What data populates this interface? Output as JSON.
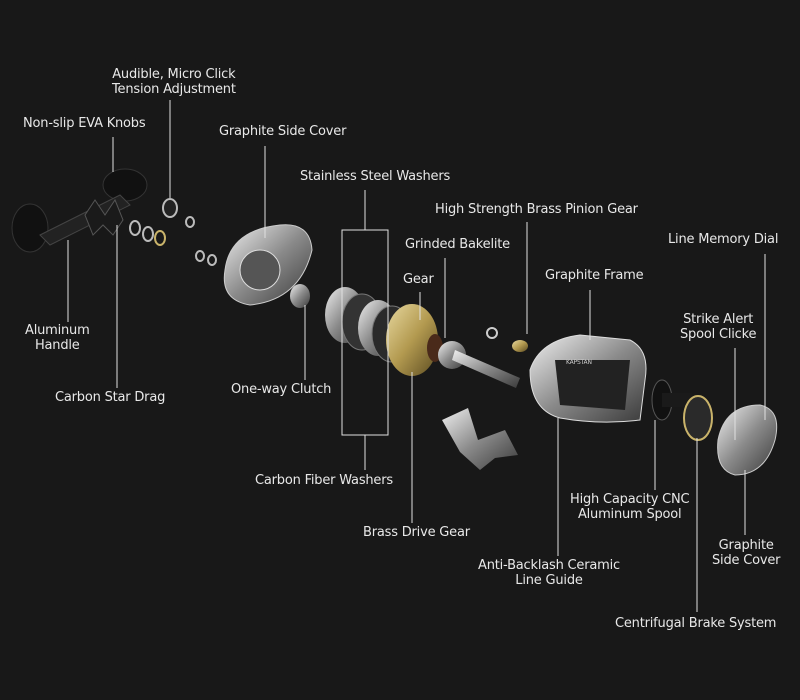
{
  "labels": {
    "tension": [
      "Audible, Micro Click",
      "Tension Adjustment"
    ],
    "knobs": "Non-slip EVA Knobs",
    "side_cover_left": "Graphite Side Cover",
    "steel_washers": "Stainless Steel Washers",
    "pinion": "High Strength Brass Pinion Gear",
    "bakelite": "Grinded Bakelite",
    "line_memory": "Line Memory Dial",
    "gear": "Gear",
    "frame": "Graphite Frame",
    "strike_alert": [
      "Strike Alert",
      "Spool Clicke"
    ],
    "handle": [
      "Aluminum",
      "Handle"
    ],
    "clutch": "One-way Clutch",
    "star_drag": "Carbon Star Drag",
    "fiber_washers": "Carbon Fiber Washers",
    "spool": [
      "High Capacity CNC",
      "Aluminum Spool"
    ],
    "drive_gear": "Brass Drive Gear",
    "side_cover_right": [
      "Graphite",
      "Side Cover"
    ],
    "line_guide": [
      "Anti-Backlash Ceramic",
      "Line Guide"
    ],
    "brake": "Centrifugal Brake System"
  },
  "frame_brand": "KAPSTAN"
}
